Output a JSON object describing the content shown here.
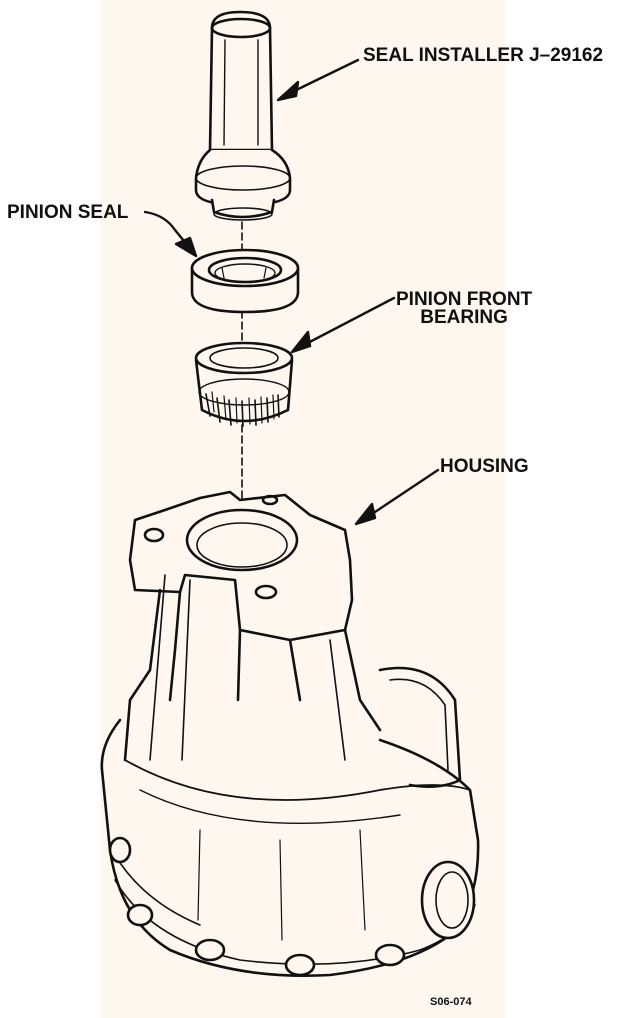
{
  "labels": {
    "seal_installer": "SEAL INSTALLER J–29162",
    "pinion_seal": "PINION SEAL",
    "pinion_front_bearing_line1": "PINION FRONT",
    "pinion_front_bearing_line2": "BEARING",
    "housing": "HOUSING"
  },
  "figure_code": "S06-074",
  "colors": {
    "ink": "#111111",
    "paper": "#fdf7ef",
    "background": "#ffffff"
  }
}
